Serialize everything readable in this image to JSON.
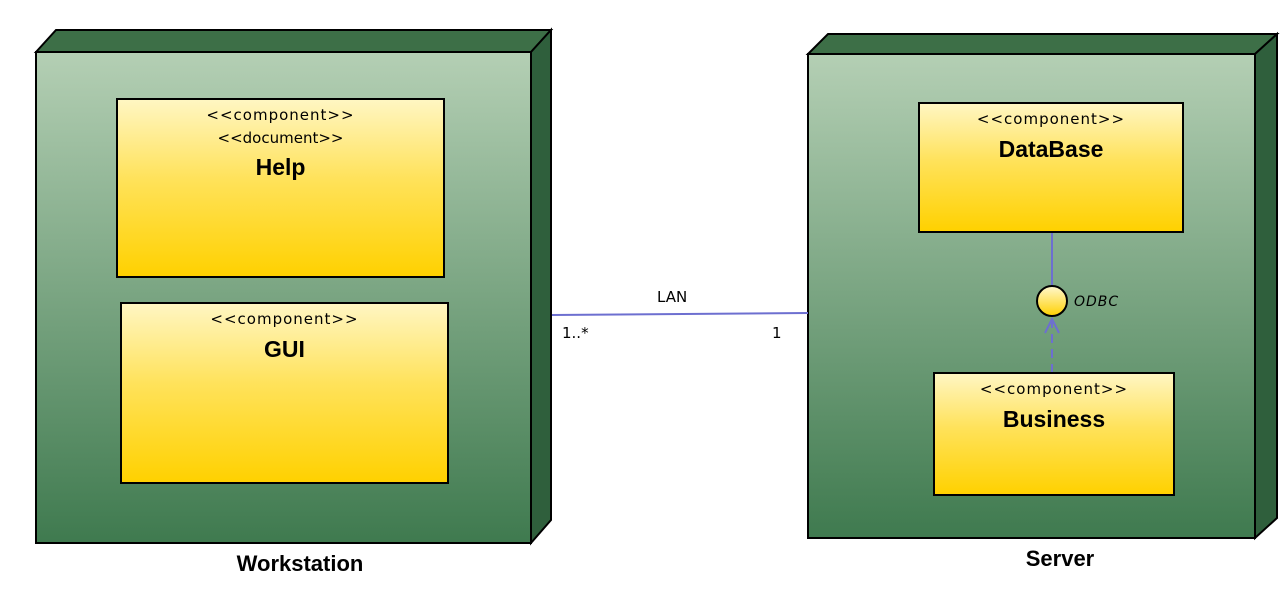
{
  "nodes": {
    "workstation": {
      "name": "Workstation"
    },
    "server": {
      "name": "Server"
    }
  },
  "components": {
    "help": {
      "stereotypes": [
        "<<component>>",
        "<<document>>"
      ],
      "name": "Help"
    },
    "gui": {
      "stereotypes": [
        "<<component>>"
      ],
      "name": "GUI"
    },
    "database": {
      "stereotypes": [
        "<<component>>"
      ],
      "name": "DataBase"
    },
    "business": {
      "stereotypes": [
        "<<component>>"
      ],
      "name": "Business"
    }
  },
  "association": {
    "name": "LAN",
    "source_multiplicity": "1..*",
    "target_multiplicity": "1"
  },
  "interface": {
    "name": "ODBC"
  },
  "colors": {
    "node_top": "#b4cfb4",
    "node_bottom": "#3f7a4f",
    "node_depth": "#2f5f3c",
    "component_top": "#fff6c2",
    "component_bottom": "#ffd100",
    "connector": "#6d6fd0"
  }
}
